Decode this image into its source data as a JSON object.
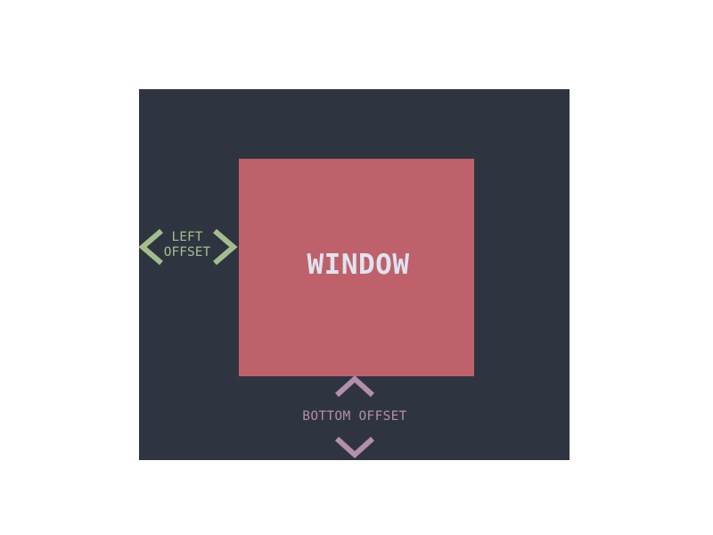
{
  "diagram": {
    "window_label": "WINDOW",
    "left_offset_label": "LEFT\nOFFSET",
    "bottom_offset_label": "BOTTOM OFFSET"
  },
  "icons": {
    "left_offset_arrows": [
      "chevron-left-icon",
      "chevron-right-icon"
    ],
    "bottom_offset_arrows": [
      "chevron-up-icon",
      "chevron-down-icon"
    ]
  },
  "colors": {
    "background": "#ffffff",
    "screen": "#2f3441",
    "window": "#bf616a",
    "window_text": "#dde3f0",
    "left_offset": "#a3be8c",
    "bottom_offset": "#b48ead"
  }
}
